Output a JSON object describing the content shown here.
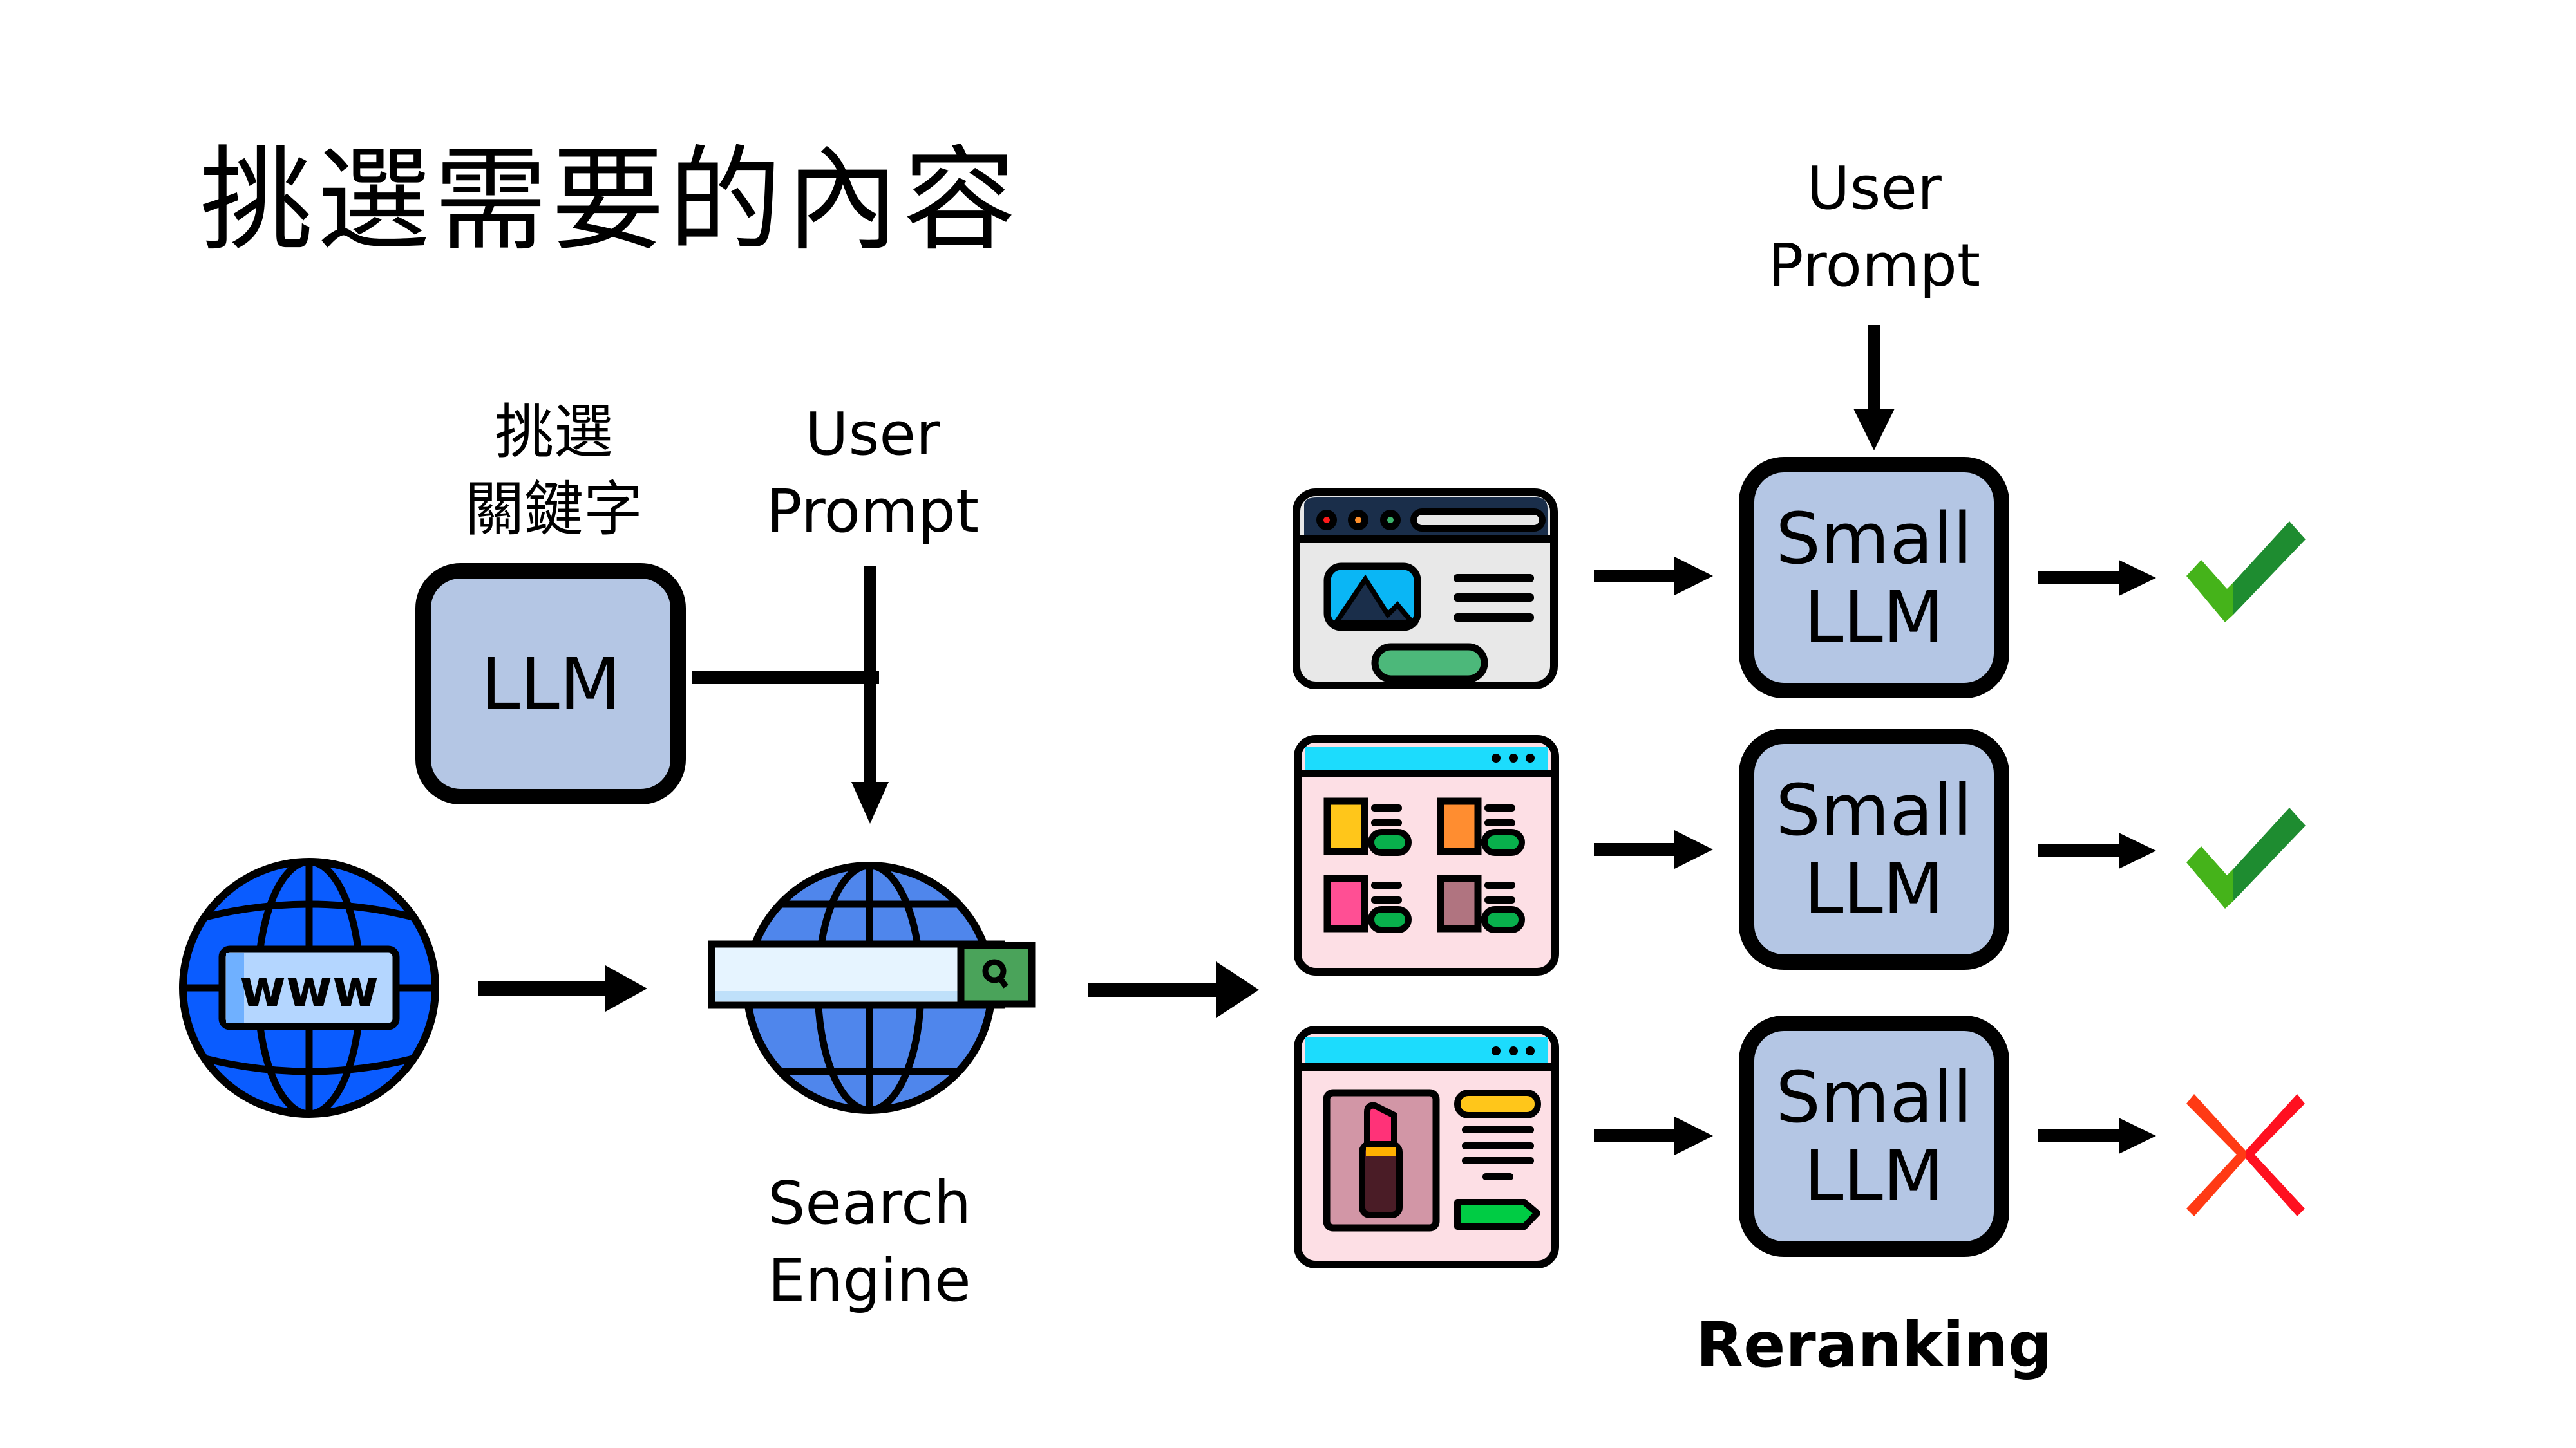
{
  "title": "挑選需要的內容",
  "keyword_step": {
    "label_lines": [
      "挑選",
      "關鍵字"
    ],
    "box_label": "LLM"
  },
  "user_prompt_left": {
    "lines": [
      "User",
      "Prompt"
    ]
  },
  "search_engine": {
    "label_lines": [
      "Search",
      "Engine"
    ],
    "icon": "globe-search-icon"
  },
  "web": {
    "icon": "www-globe-icon",
    "badge_text": "www"
  },
  "reranking": {
    "user_prompt_lines": [
      "User",
      "Prompt"
    ],
    "caption": "Reranking",
    "rows": [
      {
        "page_icon": "webpage-image-icon",
        "box_lines": [
          "Small",
          "LLM"
        ],
        "result": "check",
        "result_icon": "check-icon"
      },
      {
        "page_icon": "webpage-product-grid-icon",
        "box_lines": [
          "Small",
          "LLM"
        ],
        "result": "check",
        "result_icon": "check-icon"
      },
      {
        "page_icon": "webpage-lipstick-icon",
        "box_lines": [
          "Small",
          "LLM"
        ],
        "result": "cross",
        "result_icon": "cross-icon"
      }
    ]
  },
  "colors": {
    "box_fill": "#b4c6e4",
    "check_light": "#45b31a",
    "check_dark": "#1e8c30",
    "cross_left": "#ff3a14",
    "cross_right": "#ff1020",
    "globe_blue": "#0a5cff",
    "search_globe_blue": "#4f86ec"
  }
}
